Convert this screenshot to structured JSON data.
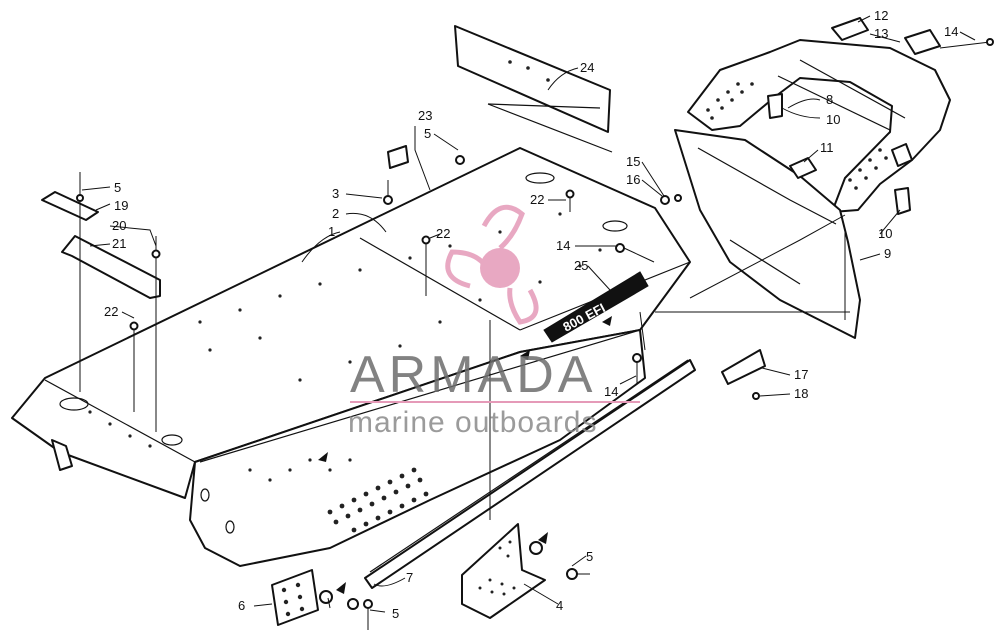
{
  "watermark": {
    "brand": "ARMADA",
    "tagline": "marine outboards",
    "logo_color": "#e59ab8"
  },
  "badge": {
    "text": "800 EFI"
  },
  "callouts": [
    {
      "id": "c1",
      "label": "1"
    },
    {
      "id": "c2",
      "label": "2"
    },
    {
      "id": "c3",
      "label": "3"
    },
    {
      "id": "c4",
      "label": "4"
    },
    {
      "id": "c5a",
      "label": "5"
    },
    {
      "id": "c5b",
      "label": "5"
    },
    {
      "id": "c5c",
      "label": "5"
    },
    {
      "id": "c5d",
      "label": "5"
    },
    {
      "id": "c6",
      "label": "6"
    },
    {
      "id": "c7",
      "label": "7"
    },
    {
      "id": "c8",
      "label": "8"
    },
    {
      "id": "c9",
      "label": "9"
    },
    {
      "id": "c10a",
      "label": "10"
    },
    {
      "id": "c10b",
      "label": "10"
    },
    {
      "id": "c11",
      "label": "11"
    },
    {
      "id": "c12",
      "label": "12"
    },
    {
      "id": "c13",
      "label": "13"
    },
    {
      "id": "c14a",
      "label": "14"
    },
    {
      "id": "c14b",
      "label": "14"
    },
    {
      "id": "c14c",
      "label": "14"
    },
    {
      "id": "c15",
      "label": "15"
    },
    {
      "id": "c16",
      "label": "16"
    },
    {
      "id": "c17",
      "label": "17"
    },
    {
      "id": "c18",
      "label": "18"
    },
    {
      "id": "c19",
      "label": "19"
    },
    {
      "id": "c20",
      "label": "20"
    },
    {
      "id": "c21",
      "label": "21"
    },
    {
      "id": "c22a",
      "label": "22"
    },
    {
      "id": "c22b",
      "label": "22"
    },
    {
      "id": "c22c",
      "label": "22"
    },
    {
      "id": "c23",
      "label": "23"
    },
    {
      "id": "c24",
      "label": "24"
    },
    {
      "id": "c25",
      "label": "25"
    }
  ]
}
